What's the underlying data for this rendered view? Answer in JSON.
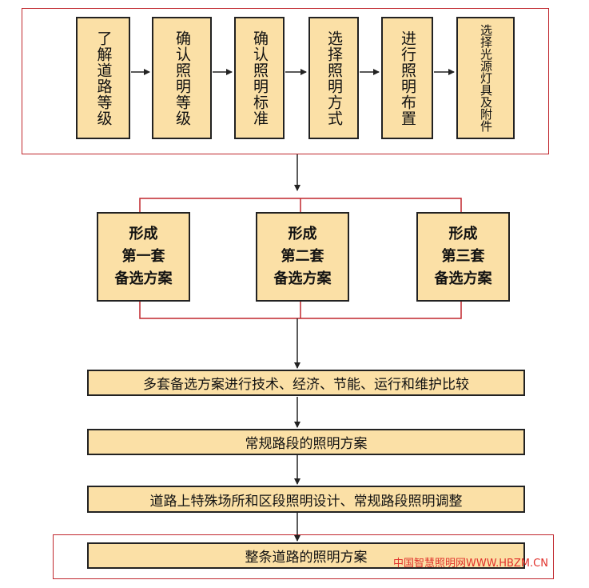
{
  "steps": [
    {
      "label": "了解道路等级"
    },
    {
      "label": "确认照明等级"
    },
    {
      "label": "确认照明标准"
    },
    {
      "label": "选择照明方式"
    },
    {
      "label": "进行照明布置"
    },
    {
      "label": "选择光源灯具及附件"
    }
  ],
  "schemes": [
    {
      "line1": "形成",
      "line2": "第一套",
      "line3": "备选方案"
    },
    {
      "line1": "形成",
      "line2": "第二套",
      "line3": "备选方案"
    },
    {
      "line1": "形成",
      "line2": "第三套",
      "line3": "备选方案"
    }
  ],
  "flow": {
    "compare": "多套备选方案进行技术、经济、节能、运行和维护比较",
    "regular": "常规路段的照明方案",
    "special": "道路上特殊场所和区段照明设计、常规路段照明调整",
    "final": "整条道路的照明方案"
  },
  "watermark": "中国智慧照明网WWW.HBZM.CN",
  "colors": {
    "box_fill": "#fbe0a6",
    "frame": "#c0272d",
    "line": "#222222"
  }
}
